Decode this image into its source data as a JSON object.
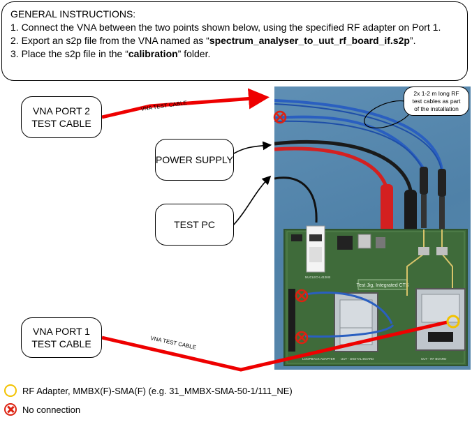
{
  "instructions": {
    "heading": "GENERAL INSTRUCTIONS:",
    "step1": "1. Connect the VNA between the two points shown below, using the specified RF adapter on Port 1.",
    "step2_pre": "2. Export an s2p file from the VNA named as “",
    "step2_file": "spectrum_analyser_to_uut_rf_board_if.s2p",
    "step2_post": "”.",
    "step3_pre": "3. Place the s2p file in the “",
    "step3_folder": "calibration",
    "step3_post": "” folder."
  },
  "callouts": {
    "vna_port2_line1": "VNA PORT 2",
    "vna_port2_line2": "TEST CABLE",
    "power_supply": "POWER SUPPLY",
    "test_pc": "TEST PC",
    "vna_port1_line1": "VNA PORT 1",
    "vna_port1_line2": "TEST CABLE"
  },
  "cable_labels": {
    "top": "VNA TEST CABLE",
    "bottom": "VNA TEST CABLE"
  },
  "bubble": {
    "line1": "2x 1-2 m long RF",
    "line2": "test cables as part",
    "line3": "of the installation"
  },
  "board_text": {
    "title": "Test Jig, Integrated CTS",
    "left_board": "UUT - DIGITAL BOARD",
    "right_board": "UUT - RF BOARD",
    "loopback": "LOOPBACK ADAPTER",
    "arduino": "NUCLEO-L412KB"
  },
  "legend": {
    "adapter": "RF Adapter, MMBX(F)-SMA(F) (e.g. 31_MMBX-SMA-50-1/111_NE)",
    "no_connection": "No connection"
  },
  "colors": {
    "arrow_red": "#ee0000",
    "pcb_green": "#3f6b3a",
    "rf_cable_blue": "#2a5fc0",
    "adapter_ring": "#f2c200",
    "no_connection_red": "#dd2211"
  }
}
